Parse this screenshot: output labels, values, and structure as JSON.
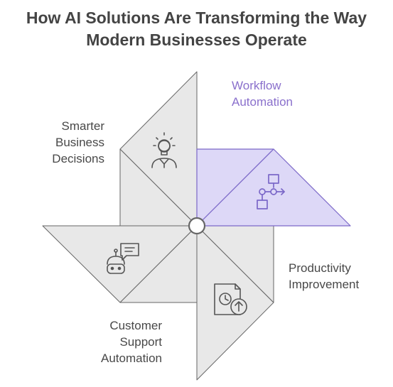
{
  "title": {
    "line1": "How AI Solutions Are Transforming the Way",
    "line2": "Modern Businesses Operate"
  },
  "blades": [
    {
      "id": "smarter-business-decisions",
      "label_lines": [
        "Smarter",
        "Business",
        "Decisions"
      ],
      "icon": "lightbulb-person-icon",
      "highlighted": false
    },
    {
      "id": "workflow-automation",
      "label_lines": [
        "Workflow",
        "Automation"
      ],
      "icon": "workflow-diagram-icon",
      "highlighted": true
    },
    {
      "id": "productivity-improvement",
      "label_lines": [
        "Productivity",
        "Improvement"
      ],
      "icon": "clock-document-upload-icon",
      "highlighted": false
    },
    {
      "id": "customer-support-automation",
      "label_lines": [
        "Customer",
        "Support",
        "Automation"
      ],
      "icon": "chatbot-icon",
      "highlighted": false
    }
  ],
  "colors": {
    "blade_fill": "#e8e8e8",
    "blade_stroke": "#666666",
    "highlight_fill": "#ddd8f7",
    "highlight_stroke": "#7b68c8",
    "accent_text": "#8a70cc",
    "body_text": "#484848",
    "title_text": "#444444"
  }
}
